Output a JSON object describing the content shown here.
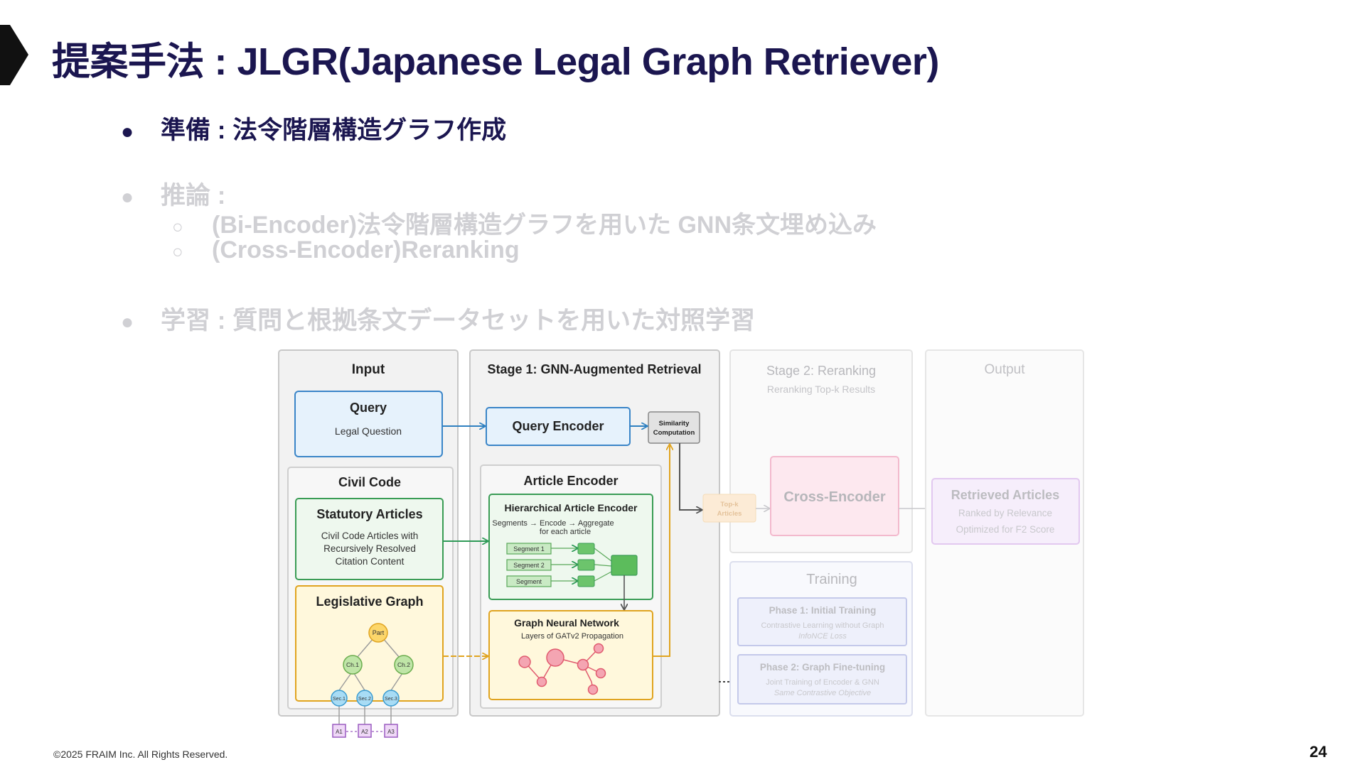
{
  "slide": {
    "title": "提案手法 : JLGR(Japanese Legal Graph Retriever)",
    "page_number": "24",
    "footer": "©2025 FRAIM Inc. All Rights Reserved."
  },
  "bullets": {
    "prep": "準備 : 法令階層構造グラフ作成",
    "infer": "推論 :",
    "infer_sub1": "(Bi-Encoder)法令階層構造グラフを用いた GNN条文埋め込み",
    "infer_sub2": "(Cross-Encoder)Reranking",
    "train": "学習 : 質問と根拠条文データセットを用いた対照学習"
  },
  "diagram": {
    "input": {
      "header": "Input",
      "query_title": "Query",
      "query_sub": "Legal Question",
      "civil_header": "Civil Code",
      "statutory_title": "Statutory Articles",
      "statutory_l1": "Civil Code Articles with",
      "statutory_l2": "Recursively Resolved",
      "statutory_l3": "Citation Content",
      "legis_title": "Legislative Graph",
      "nodes": {
        "part": "Part",
        "ch1": "Ch.1",
        "ch2": "Ch.2",
        "sec1": "Sec.1",
        "sec2": "Sec.2",
        "sec3": "Sec.3",
        "a1": "A1",
        "a2": "A2",
        "a3": "A3"
      }
    },
    "stage1": {
      "header": "Stage 1: GNN-Augmented Retrieval",
      "query_encoder": "Query Encoder",
      "sim_l1": "Similarity",
      "sim_l2": "Computation",
      "article_encoder": "Article Encoder",
      "hier_title": "Hierarchical Article Encoder",
      "hier_l1": "Segments → Encode → Aggregate",
      "hier_l2": "for each article",
      "seg1": "Segment 1",
      "seg2": "Segment 2",
      "seg3": "Segment",
      "gnn_title": "Graph Neural Network",
      "gnn_sub": "Layers of GATv2 Propagation"
    },
    "stage2": {
      "header": "Stage 2: Reranking",
      "sub": "Reranking Top-k Results",
      "topk_l1": "Top-k",
      "topk_l2": "Articles",
      "cross": "Cross-Encoder"
    },
    "output": {
      "header": "Output",
      "title": "Retrieved Articles",
      "l1": "Ranked by Relevance",
      "l2": "Optimized for F2 Score"
    },
    "training": {
      "header": "Training",
      "p1_title": "Phase 1: Initial Training",
      "p1_l1": "Contrastive Learning without Graph",
      "p1_l2": "InfoNCE Loss",
      "p2_title": "Phase 2: Graph Fine-tuning",
      "p2_l1": "Joint Training of Encoder & GNN",
      "p2_l2": "Same Contrastive Objective"
    }
  }
}
